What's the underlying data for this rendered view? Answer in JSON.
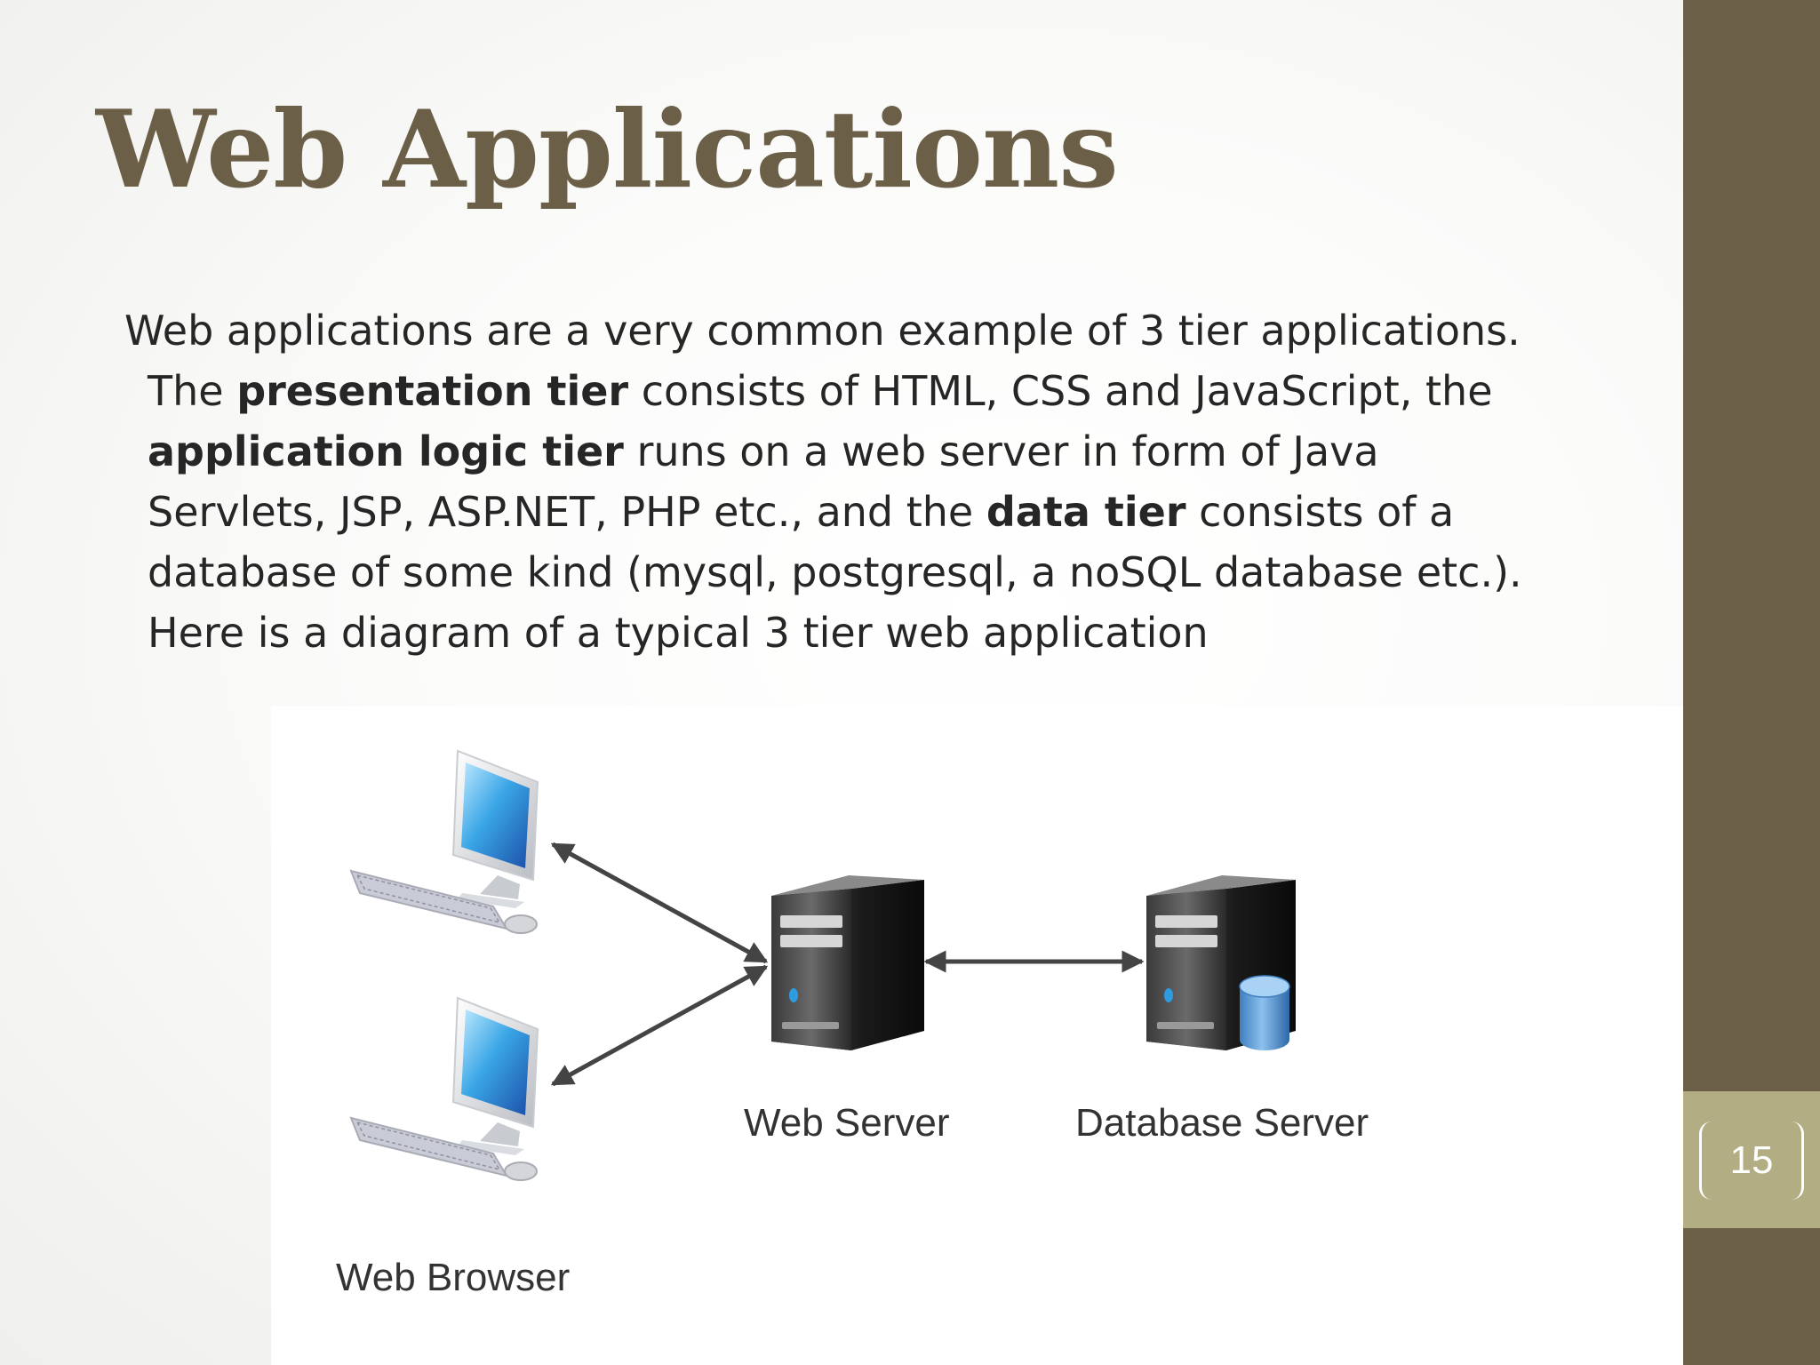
{
  "slide": {
    "title": "Web Applications",
    "page_number": "15",
    "body": {
      "intro": "Web applications are a very common example of 3 tier applications. The ",
      "term1": "presentation tier",
      "mid1": " consists of HTML, CSS and JavaScript, the ",
      "term2": "application logic tier",
      "mid2": " runs on a web server in form of Java Servlets, JSP, ASP.NET, PHP etc., and the ",
      "term3": "data tier",
      "tail": " consists of a database of some kind (mysql, postgresql, a noSQL database etc.). Here is a diagram of a typical 3 tier web application"
    }
  },
  "diagram": {
    "labels": {
      "web_browser": "Web Browser",
      "web_server": "Web Server",
      "database_server": "Database Server"
    }
  },
  "colors": {
    "title": "#6b5f48",
    "sidebar": "#6b5f48",
    "page_tab": "#b3ad84",
    "text": "#262626"
  }
}
